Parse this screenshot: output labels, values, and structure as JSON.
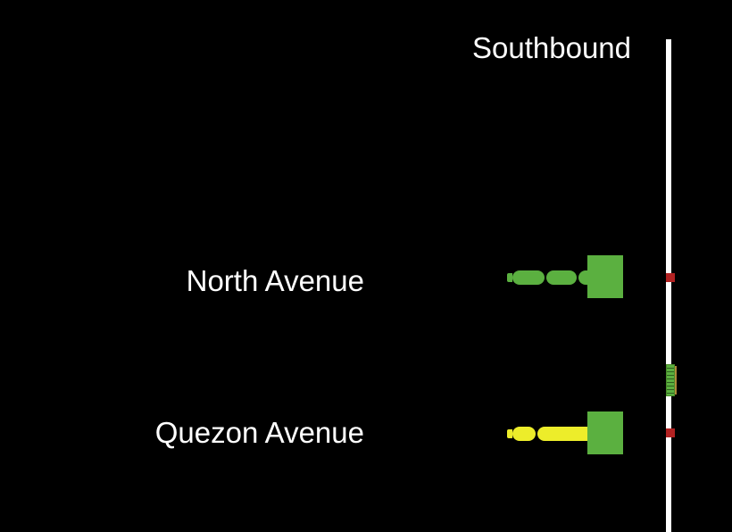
{
  "direction_title": "Southbound",
  "colors": {
    "background": "#000000",
    "track": "#ffffff",
    "marker": "#b22222",
    "station_square": "#5bb040",
    "queue_green": "#5bb040",
    "queue_yellow": "#eded2a"
  },
  "stations": [
    {
      "name": "North Avenue",
      "queue_status": "green"
    },
    {
      "name": "Quezon Avenue",
      "queue_status": "yellow"
    }
  ],
  "train_icon": "train-icon"
}
